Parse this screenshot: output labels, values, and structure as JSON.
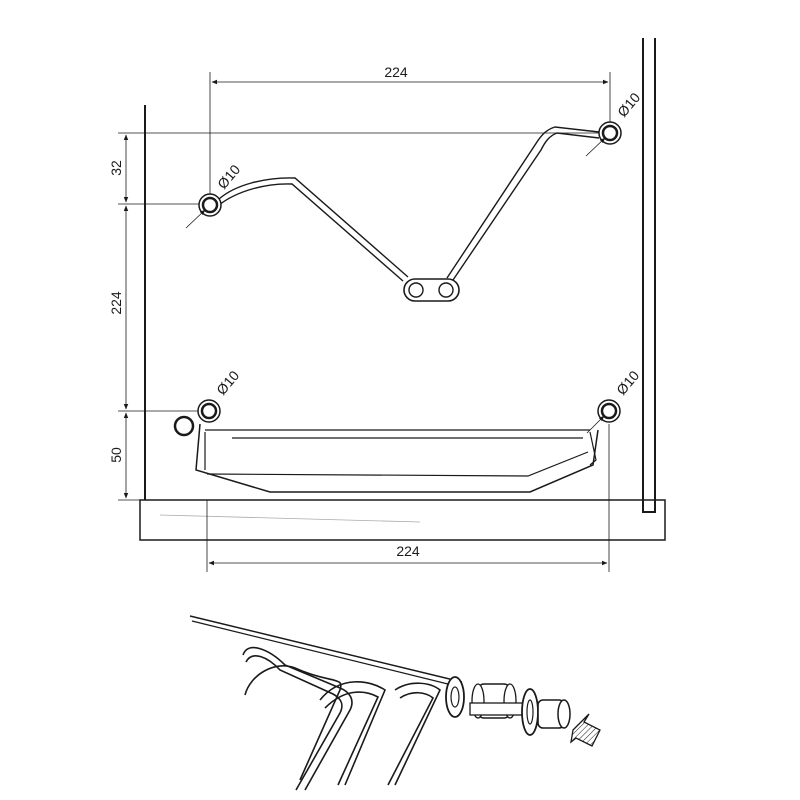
{
  "dimensions": {
    "top_width": "224",
    "bottom_width": "224",
    "left_32": "32",
    "left_224": "224",
    "left_50": "50"
  },
  "hole_labels": {
    "top_left": "Ø10",
    "top_right": "Ø10",
    "bottom_left": "Ø10",
    "bottom_right": "Ø10"
  },
  "icons": {
    "hole": "drill-hole-icon",
    "arrow": "push-arrow-icon"
  },
  "colors": {
    "line": "#1a1a1a",
    "background": "#ffffff"
  }
}
